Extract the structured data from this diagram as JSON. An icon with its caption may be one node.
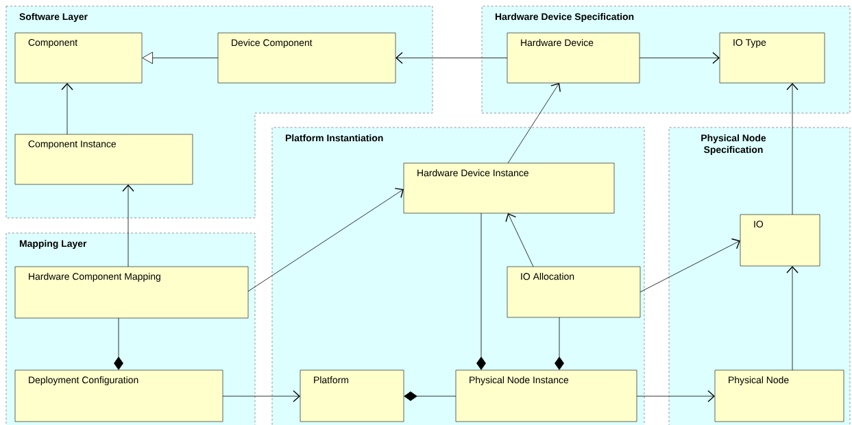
{
  "diagram": {
    "nodes": [
      {
        "text": [
          "Software Layer"
        ]
      },
      {
        "text": [
          "Component"
        ],
        "in": 0
      },
      {
        "text": [
          "Device Component"
        ],
        "in": 0
      },
      {
        "text": [
          "Component Instance"
        ],
        "in": 0
      },
      {
        "text": [
          "Hardware Device Specification"
        ]
      },
      {
        "text": [
          "Hardware Device"
        ],
        "in": 4
      },
      {
        "text": [
          "IO Type"
        ],
        "in": 4
      },
      {
        "text": [
          "Mapping Layer"
        ]
      },
      {
        "text": [
          "Hardware Component Mapping"
        ],
        "in": 7
      },
      {
        "text": [
          "Deployment Configuration"
        ],
        "in": 7
      },
      {
        "text": [
          "Platform Instantiation"
        ]
      },
      {
        "text": [
          "Hardware Device Instance"
        ],
        "in": 10
      },
      {
        "text": [
          "IO Allocation"
        ],
        "in": 10
      },
      {
        "text": [
          "Platform"
        ],
        "in": 10
      },
      {
        "text": [
          "Physical Node Instance"
        ],
        "in": 10
      },
      {
        "text": [
          "Physical Node Specification"
        ]
      },
      {
        "text": [
          "IO"
        ],
        "in": 15
      },
      {
        "text": [
          "Physical Node"
        ],
        "in": 15
      }
    ],
    "edges": [
      {
        "from": 2,
        "to": 1,
        "arrow": "to"
      },
      {
        "from": 5,
        "to": 2,
        "arrow": "to"
      },
      {
        "from": 5,
        "to": 6,
        "arrow": "to"
      },
      {
        "from": 3,
        "to": 1,
        "arrow": "to"
      },
      {
        "from": 8,
        "to": 3,
        "arrow": "to"
      },
      {
        "from": 8,
        "to": 11,
        "arrow": "to"
      },
      {
        "from": 11,
        "to": 5,
        "arrow": "to"
      },
      {
        "from": 9,
        "to": 8,
        "arrow": "other"
      },
      {
        "from": 9,
        "to": 13,
        "arrow": "to"
      },
      {
        "from": 13,
        "to": 14,
        "arrow": "other"
      },
      {
        "from": 14,
        "to": 11,
        "arrow": "other"
      },
      {
        "from": 14,
        "to": 12,
        "arrow": "other"
      },
      {
        "from": 12,
        "to": 11,
        "arrow": "to"
      },
      {
        "from": 12,
        "to": 16,
        "arrow": "to"
      },
      {
        "from": 14,
        "to": 17,
        "arrow": "to"
      },
      {
        "from": 17,
        "to": 16,
        "arrow": "to"
      },
      {
        "from": 16,
        "to": 6,
        "arrow": "to"
      }
    ]
  }
}
